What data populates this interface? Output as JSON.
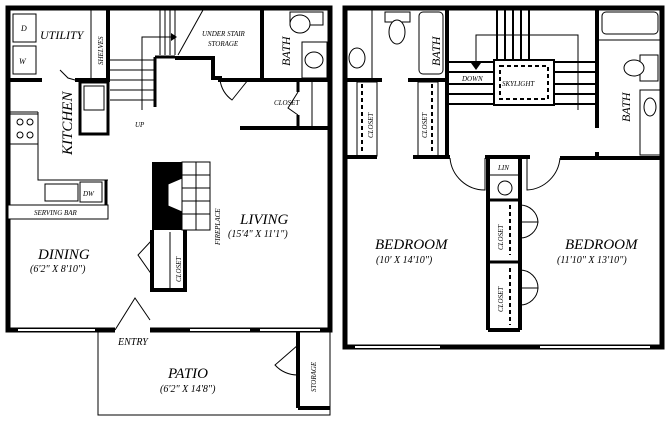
{
  "first_floor": {
    "utility": "UTILITY",
    "dryer": "D",
    "washer": "W",
    "shelves": "SHELVES",
    "under_stair_storage_1": "UNDER STAIR",
    "under_stair_storage_2": "STORAGE",
    "bath": "BATH",
    "closet_bath": "CLOSET",
    "kitchen": "KITCHEN",
    "up": "UP",
    "dishwasher": "DW",
    "fireplace": "FIREPLACE",
    "living": "LIVING",
    "living_dims": "(15'4\" X 11'1\")",
    "serving_bar": "SERVING BAR",
    "dining": "DINING",
    "dining_dims": "(6'2\" X 8'10\")",
    "closet_entry": "CLOSET",
    "entry": "ENTRY",
    "patio": "PATIO",
    "patio_dims": "(6'2\" X 14'8\")",
    "storage": "STORAGE"
  },
  "second_floor": {
    "bath_left": "BATH",
    "closet_left_1": "CLOSET",
    "closet_left_2": "CLOSET",
    "down": "DOWN",
    "skylight": "SKYLIGHT",
    "bath_right": "BATH",
    "linen": "LIN",
    "closet_mid_1": "CLOSET",
    "closet_mid_2": "CLOSET",
    "bedroom_left": "BEDROOM",
    "bedroom_left_dims": "(10' X 14'10\")",
    "bedroom_right": "BEDROOM",
    "bedroom_right_dims": "(11'10\" X 13'10\")"
  }
}
